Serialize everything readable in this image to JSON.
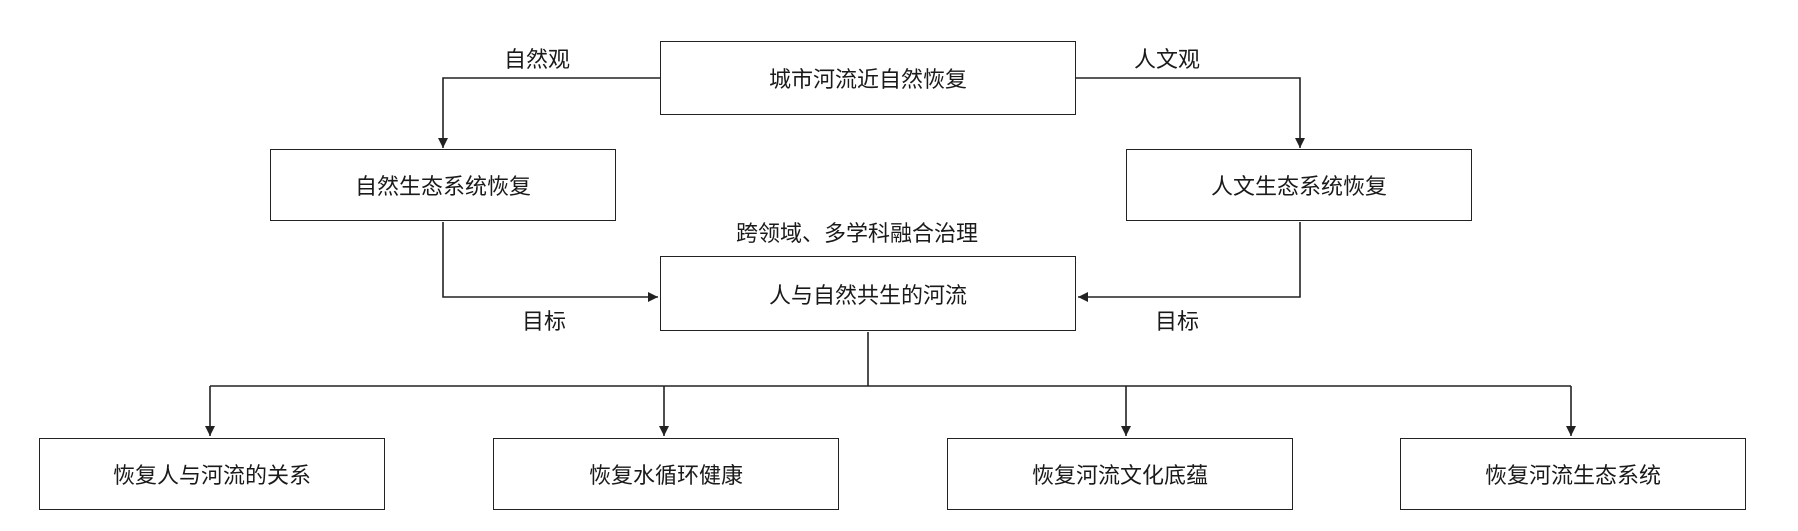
{
  "diagram": {
    "nodes": {
      "root": "城市河流近自然恢复",
      "natural": "自然生态系统恢复",
      "humanistic": "人文生态系统恢复",
      "center": "人与自然共生的河流",
      "bottom1": "恢复人与河流的关系",
      "bottom2": "恢复水循环健康",
      "bottom3": "恢复河流文化底蕴",
      "bottom4": "恢复河流生态系统"
    },
    "labels": {
      "natural_view": "自然观",
      "humanistic_view": "人文观",
      "integration": "跨领域、多学科融合治理",
      "goal_left": "目标",
      "goal_right": "目标"
    }
  }
}
